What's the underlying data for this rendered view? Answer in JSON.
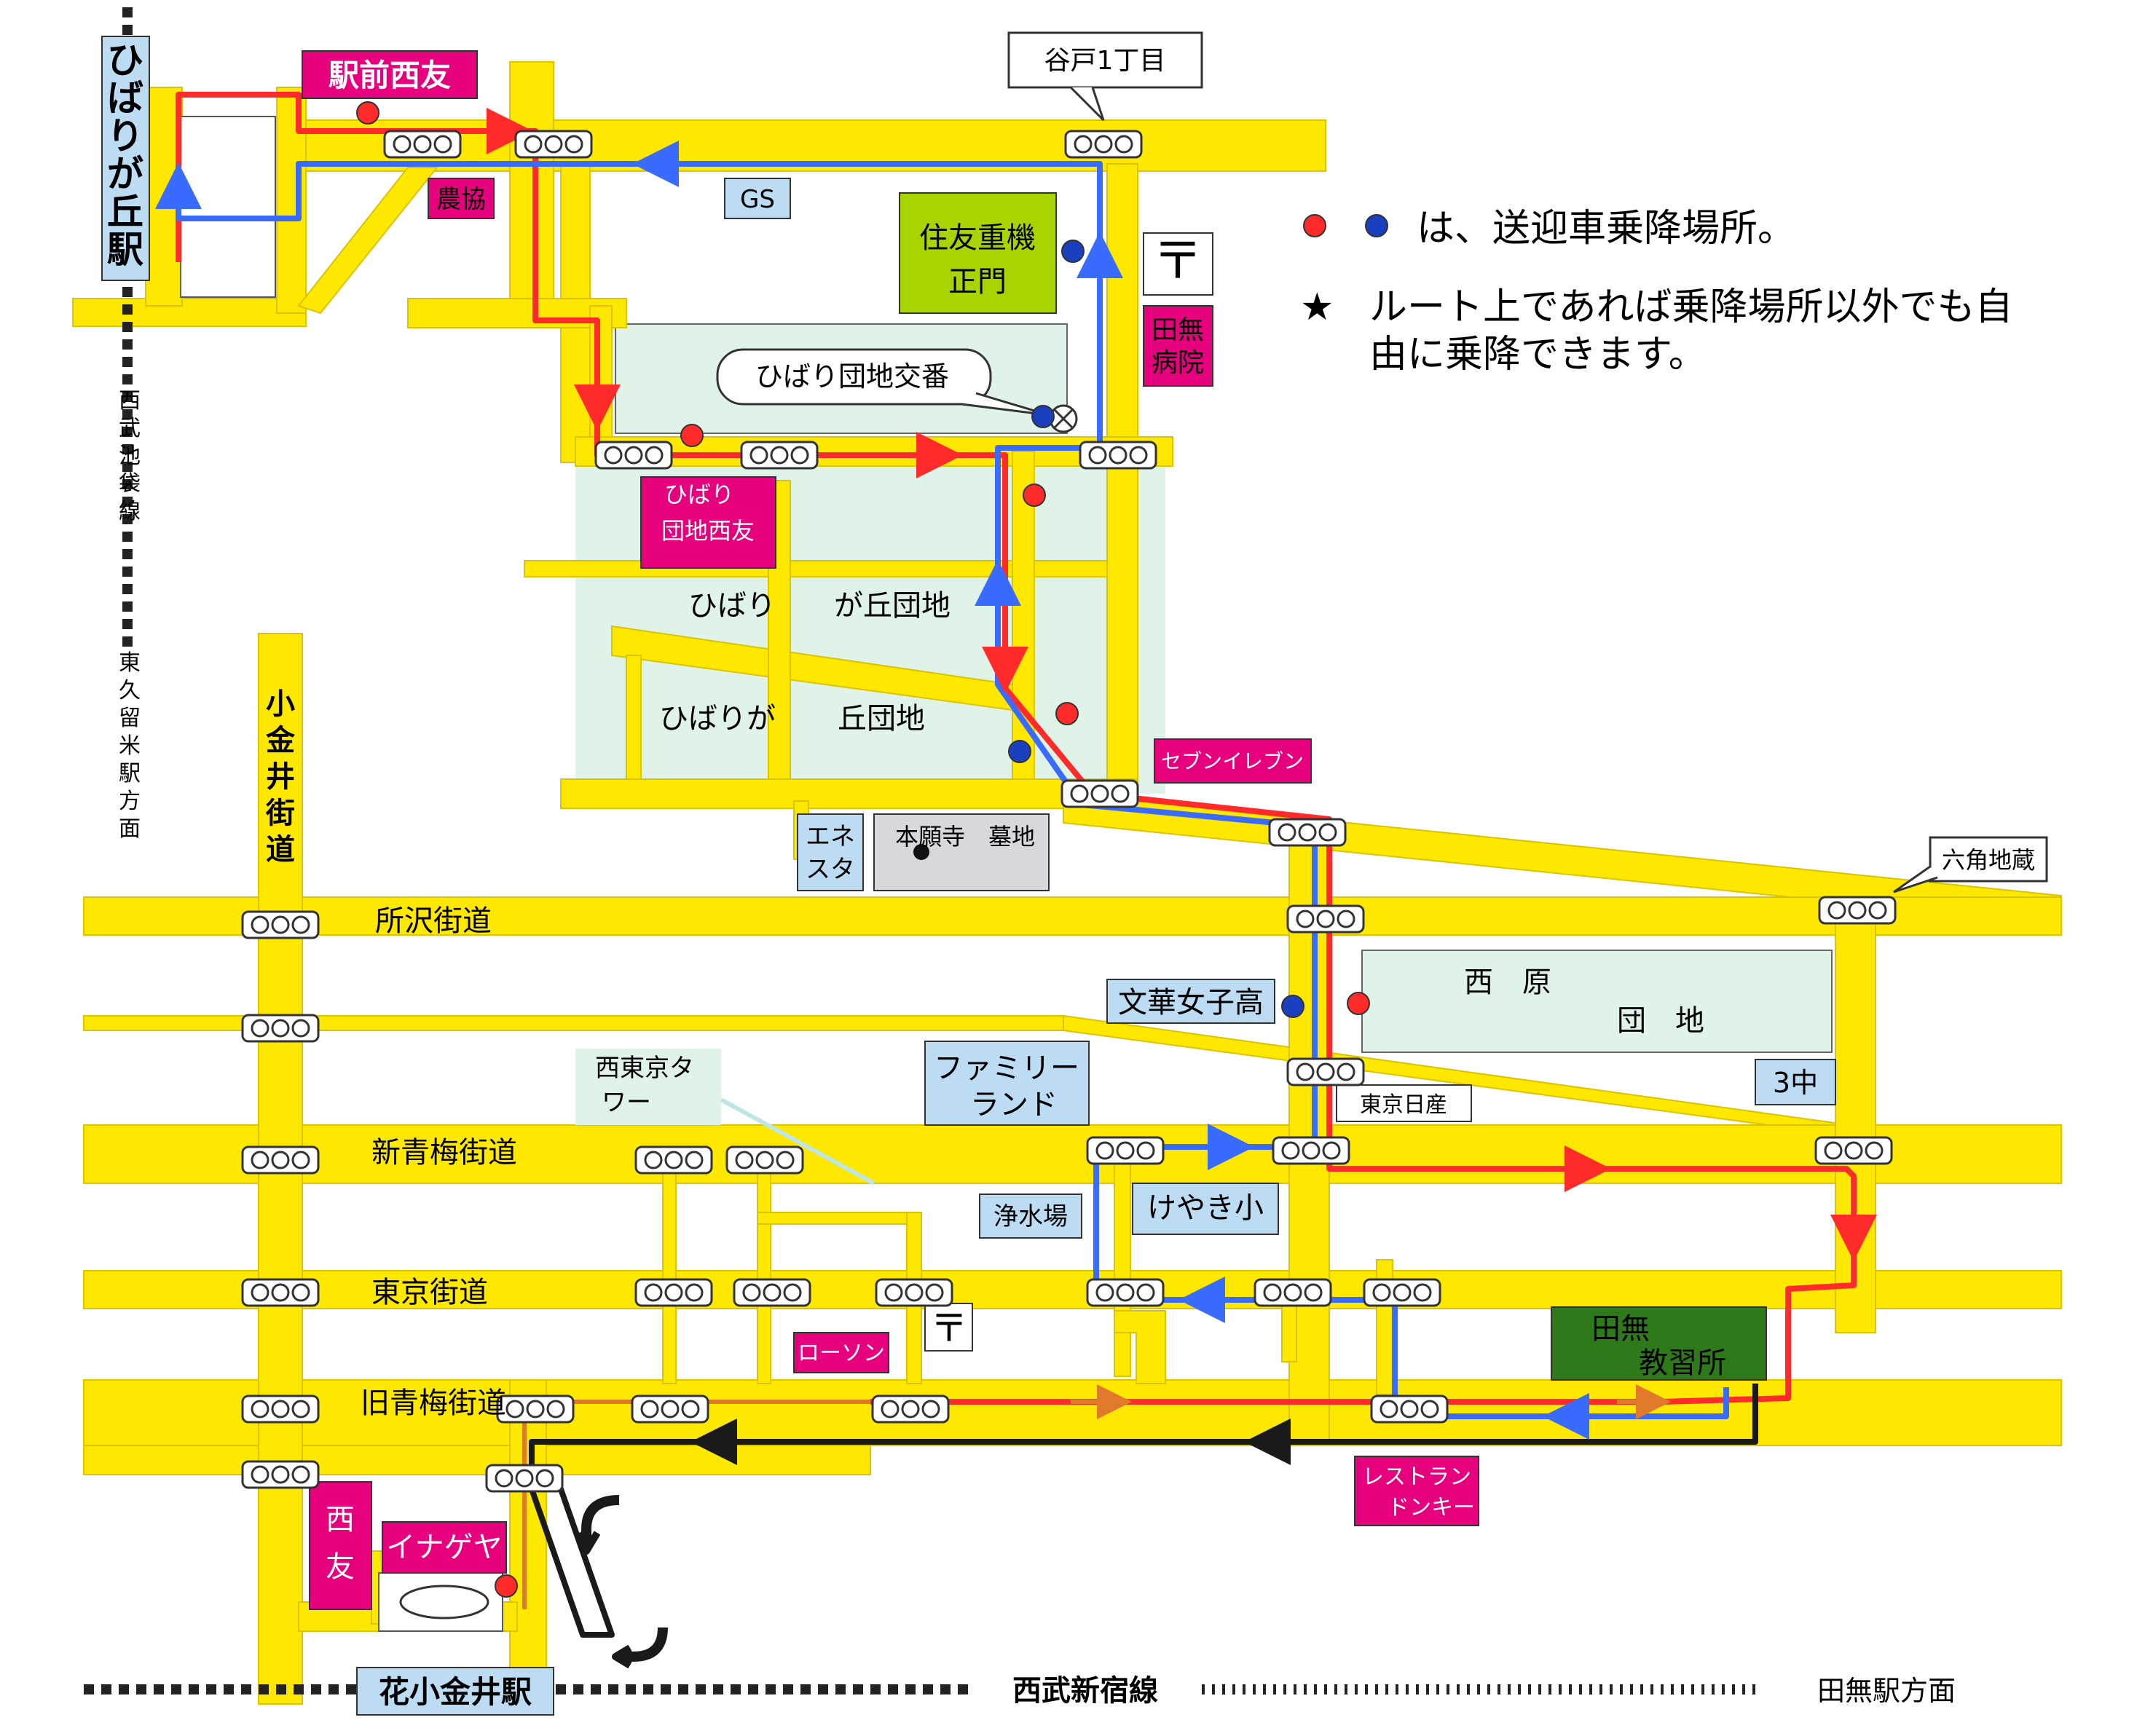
{
  "map": {
    "stations": {
      "hibarigaoka": "ひばりが丘駅",
      "hanakoganei": "花小金井駅"
    },
    "lines": {
      "ikebukuro": "西武池袋線",
      "higashikurume": "東久留米駅方面",
      "shinjuku": "西武新宿線",
      "tanashi_dir": "田無駅方面"
    },
    "roads": {
      "koganei": "小金井街道",
      "tokorozawa": "所沢街道",
      "shin_ome": "新青梅街道",
      "tokyo": "東京街道",
      "kyu_ome": "旧青梅街道"
    },
    "landmarks": {
      "ekimae_seiyu": "駅前西友",
      "yato": "谷戸1丁目",
      "nokyo": "農協",
      "gs": "GS",
      "sumitomo_1": "住友重機",
      "sumitomo_2": "正門",
      "tanashi_hosp_1": "田無",
      "tanashi_hosp_2": "病院",
      "koban": "ひばり団地交番",
      "danchi_seiyu_1": "ひばり",
      "danchi_seiyu_2": "団地西友",
      "danchi_a1": "ひばり",
      "danchi_a2": "が丘団地",
      "danchi_b1": "ひばりが",
      "danchi_b2": "丘団地",
      "seven": "セブンイレブン",
      "enesta_1": "エネ",
      "enesta_2": "スタ",
      "honganji": "本願寺　墓地",
      "rokkaku": "六角地蔵",
      "nishihara_1": "西　原",
      "nishihara_2": "団　地",
      "bunka": "文華女子高",
      "sanchu": "3中",
      "nishitokyo_tower_1": "西東京タ",
      "nishitokyo_tower_2": "ワー",
      "family_1": "ファミリー",
      "family_2": "ランド",
      "tokyo_nissan": "東京日産",
      "josuijo": "浄水場",
      "keyaki": "けやき小",
      "lawson": "ローソン",
      "tanashi_school_1": "田無",
      "tanashi_school_2": "教習所",
      "donkey_1": "レストラン",
      "donkey_2": "ドンキー",
      "seiyu_1": "西",
      "seiyu_2": "友",
      "inageya": "イナゲヤ",
      "post": "〒"
    },
    "legend": {
      "stop_text": "は、送迎車乗降場所。",
      "star": "★",
      "star_text_1": "ルート上であれば乗降場所以外でも自",
      "star_text_2": "由に乗降できます。"
    },
    "colors": {
      "road": "#ffe800",
      "road_edge": "#d9c400",
      "red_route": "#ff2b2b",
      "blue_route": "#3a6bff",
      "black_route": "#1a1a1a",
      "orange_route": "#e07a2a",
      "pink_box": "#e6007e",
      "blue_box": "#bcdcf4",
      "danchi": "#dff3e8",
      "green_box": "#a8d400",
      "dark_green": "#2e7a1a"
    }
  }
}
